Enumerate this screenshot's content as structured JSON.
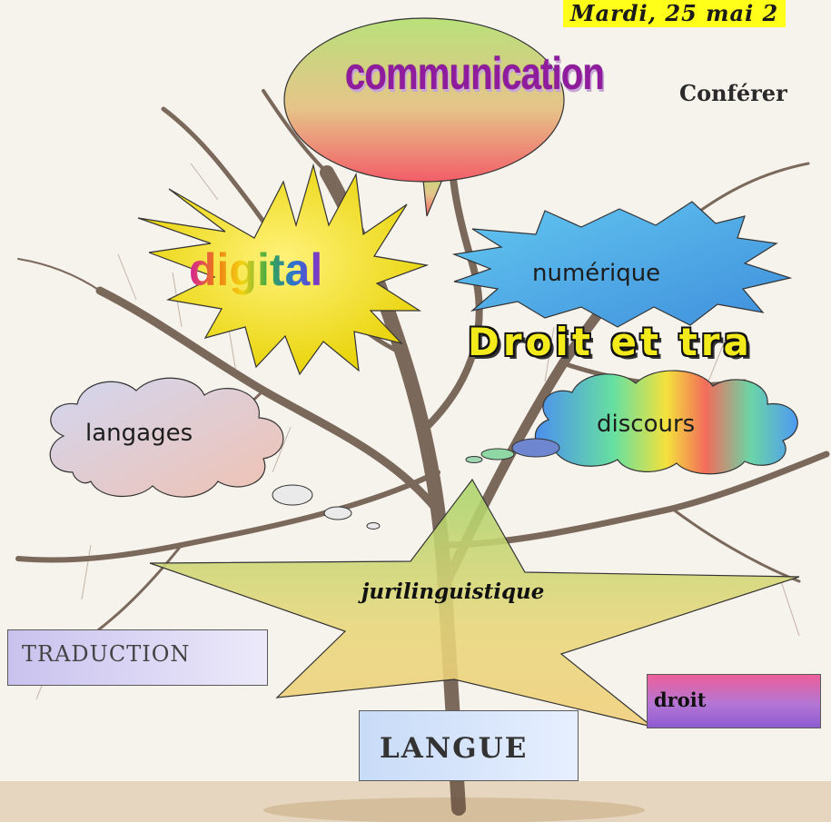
{
  "date_banner": "Mardi, 25 mai 2",
  "conference_text": "Conférer",
  "title_partial": "Droit et tra",
  "bubbles": {
    "communication": "communication",
    "digital": "digital",
    "numerique": "numérique",
    "langages": "langages",
    "discours": "discours",
    "jurilinguistique": "jurilinguistique"
  },
  "boxes": {
    "traduction": "TRADUCTION",
    "droit": "droit",
    "langue": "LANGUE"
  },
  "colors": {
    "date_highlight": "#ffff1a",
    "title_fill": "#f3ea1c",
    "communication_text": "#8e1c9c"
  }
}
